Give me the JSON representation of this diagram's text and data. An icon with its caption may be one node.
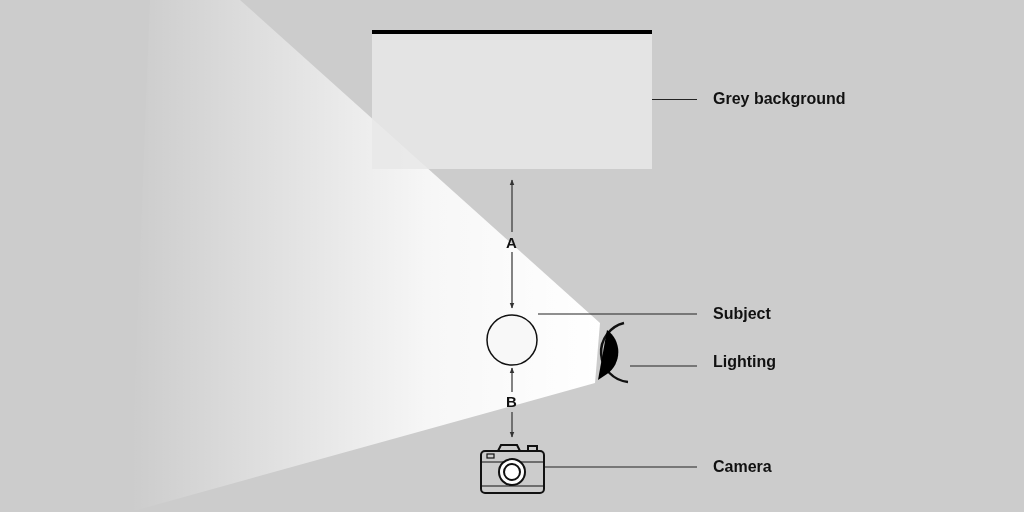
{
  "diagram": {
    "nodes": [
      {
        "text": [],
        "shape": "box"
      },
      {
        "text": [
          "Grey background"
        ]
      },
      {
        "text": [],
        "shape": "circle"
      },
      {
        "text": [
          "Subject"
        ]
      },
      {
        "text": [],
        "shape": "picture"
      },
      {
        "text": [
          "Lighting"
        ]
      },
      {
        "text": [],
        "shape": "picture"
      },
      {
        "text": [
          "Camera"
        ]
      }
    ],
    "edges": [
      {
        "from": 1,
        "to": 0,
        "arrow": "none"
      },
      {
        "from": 3,
        "to": 2,
        "arrow": "none"
      },
      {
        "from": 5,
        "to": 4,
        "arrow": "none"
      },
      {
        "from": 7,
        "to": 6,
        "arrow": "none"
      }
    ],
    "labels": [
      "A",
      "B"
    ]
  }
}
